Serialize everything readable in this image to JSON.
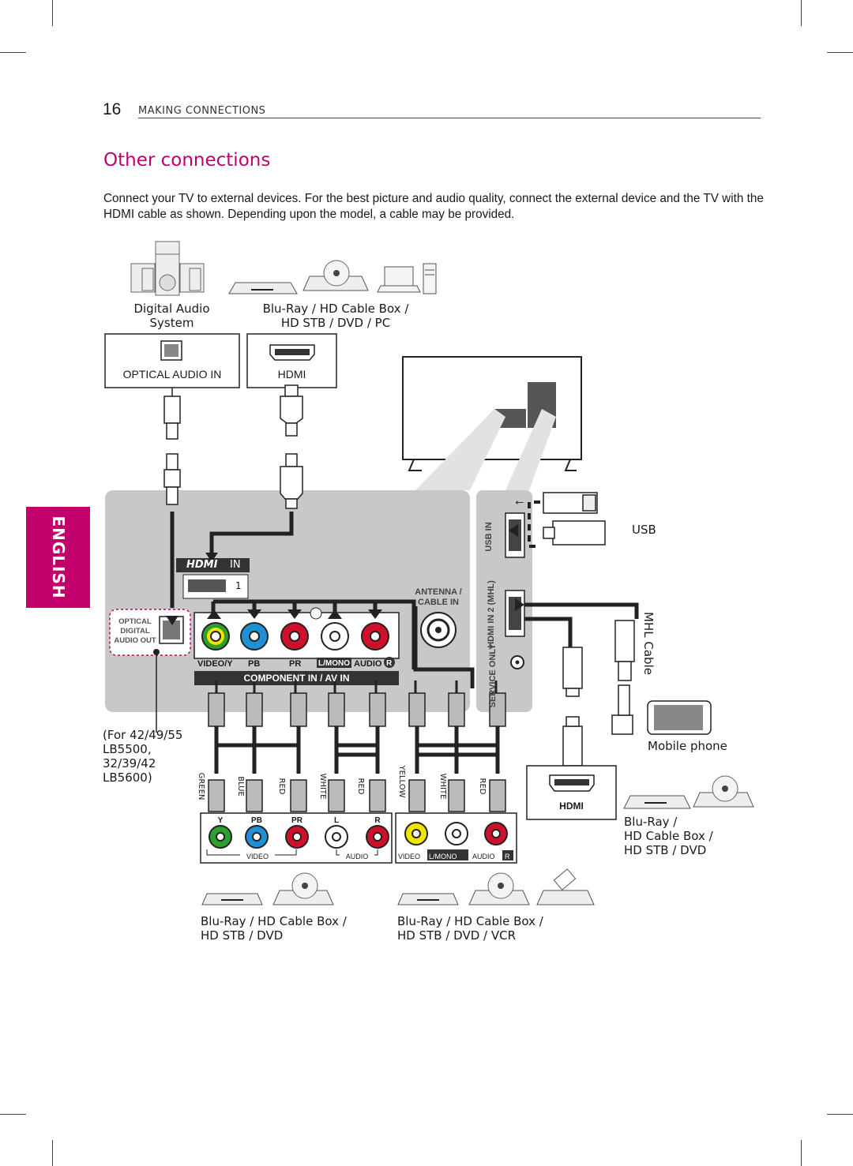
{
  "header": {
    "page_number": "16",
    "section": "MAKING CONNECTIONS"
  },
  "title": "Other connections",
  "intro": "Connect your TV to external devices. For the best picture and audio quality, connect the external device and the TV with the HDMI cable as shown. Depending upon the model, a cable may be provided.",
  "language_tab": "ENGLISH",
  "devices": {
    "digital_audio_line1": "Digital Audio",
    "digital_audio_line2": "System",
    "bluray_pc_line1": "Blu-Ray / HD Cable Box /",
    "bluray_pc_line2": "HD STB / DVD / PC",
    "usb": "USB",
    "mhl_cable": "MHL Cable",
    "mobile_phone": "Mobile phone",
    "hdmi_device_line1": "Blu-Ray /",
    "hdmi_device_line2": "HD Cable Box /",
    "hdmi_device_line3": "HD STB / DVD",
    "component_device_line1": "Blu-Ray / HD Cable Box /",
    "component_device_line2": "HD STB / DVD",
    "av_device_line1": "Blu-Ray / HD Cable Box /",
    "av_device_line2": "HD STB / DVD / VCR"
  },
  "model_note": {
    "line1": "(For 42/49/55",
    "line2": "LB5500,",
    "line3": "32/39/42",
    "line4": "LB5600)"
  },
  "ports": {
    "optical_audio_in": "OPTICAL AUDIO IN",
    "hdmi": "HDMI",
    "hdmi_in_logo": "HDMI",
    "hdmi_in_suffix": "IN",
    "hdmi_in_number": "1",
    "optical_1": "OPTICAL",
    "optical_2": "DIGITAL",
    "optical_3": "AUDIO OUT",
    "antenna_1": "ANTENNA /",
    "antenna_2": "CABLE IN",
    "usb_in": "USB IN",
    "hdmi_in2_mhl": "HDMI IN 2 (MHL)",
    "service_only": "SERVICE ONLY",
    "video_y": "VIDEO/Y",
    "pb": "PB",
    "pr": "PR",
    "l_mono": "L/MONO",
    "audio": "AUDIO",
    "r": "R",
    "component_av_in": "COMPONENT IN / AV IN",
    "hdmi_device_port": "HDMI"
  },
  "cable_colors": {
    "green": "GREEN",
    "blue": "BLUE",
    "red": "RED",
    "white": "WHITE",
    "yellow": "YELLOW"
  },
  "component_box": {
    "y": "Y",
    "pb": "PB",
    "pr": "PR",
    "l": "L",
    "r": "R",
    "video": "VIDEO",
    "audio": "AUDIO"
  },
  "av_box": {
    "video": "VIDEO",
    "l_mono": "L/MONO",
    "audio": "AUDIO",
    "r": "R"
  },
  "colors": {
    "accent": "#c1006b",
    "panel": "#c8c8c8",
    "jack_green": "#2e9e2e",
    "jack_blue": "#1f8fd6",
    "jack_red": "#d0102a",
    "jack_yellow": "#f1e400"
  }
}
